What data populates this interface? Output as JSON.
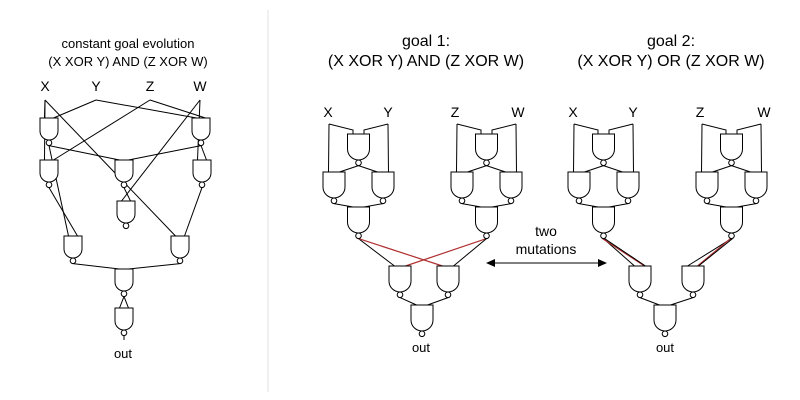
{
  "left": {
    "title_line1": "constant goal evolution",
    "title_line2": "(X XOR Y) AND (Z XOR W)",
    "inputs": [
      "X",
      "Y",
      "Z",
      "W"
    ],
    "output": "out"
  },
  "goal1": {
    "title_line1": "goal 1:",
    "title_line2": "(X XOR Y) AND (Z XOR W)",
    "inputs": [
      "X",
      "Y",
      "Z",
      "W"
    ],
    "output": "out"
  },
  "goal2": {
    "title_line1": "goal 2:",
    "title_line2": "(X XOR Y) OR (Z XOR W)",
    "inputs": [
      "X",
      "Y",
      "Z",
      "W"
    ],
    "output": "out"
  },
  "mutations": {
    "line1": "two",
    "line2": "mutations"
  },
  "colors": {
    "wire": "#000000",
    "mutation": "#b03030",
    "divider": "#e0e0e0"
  }
}
